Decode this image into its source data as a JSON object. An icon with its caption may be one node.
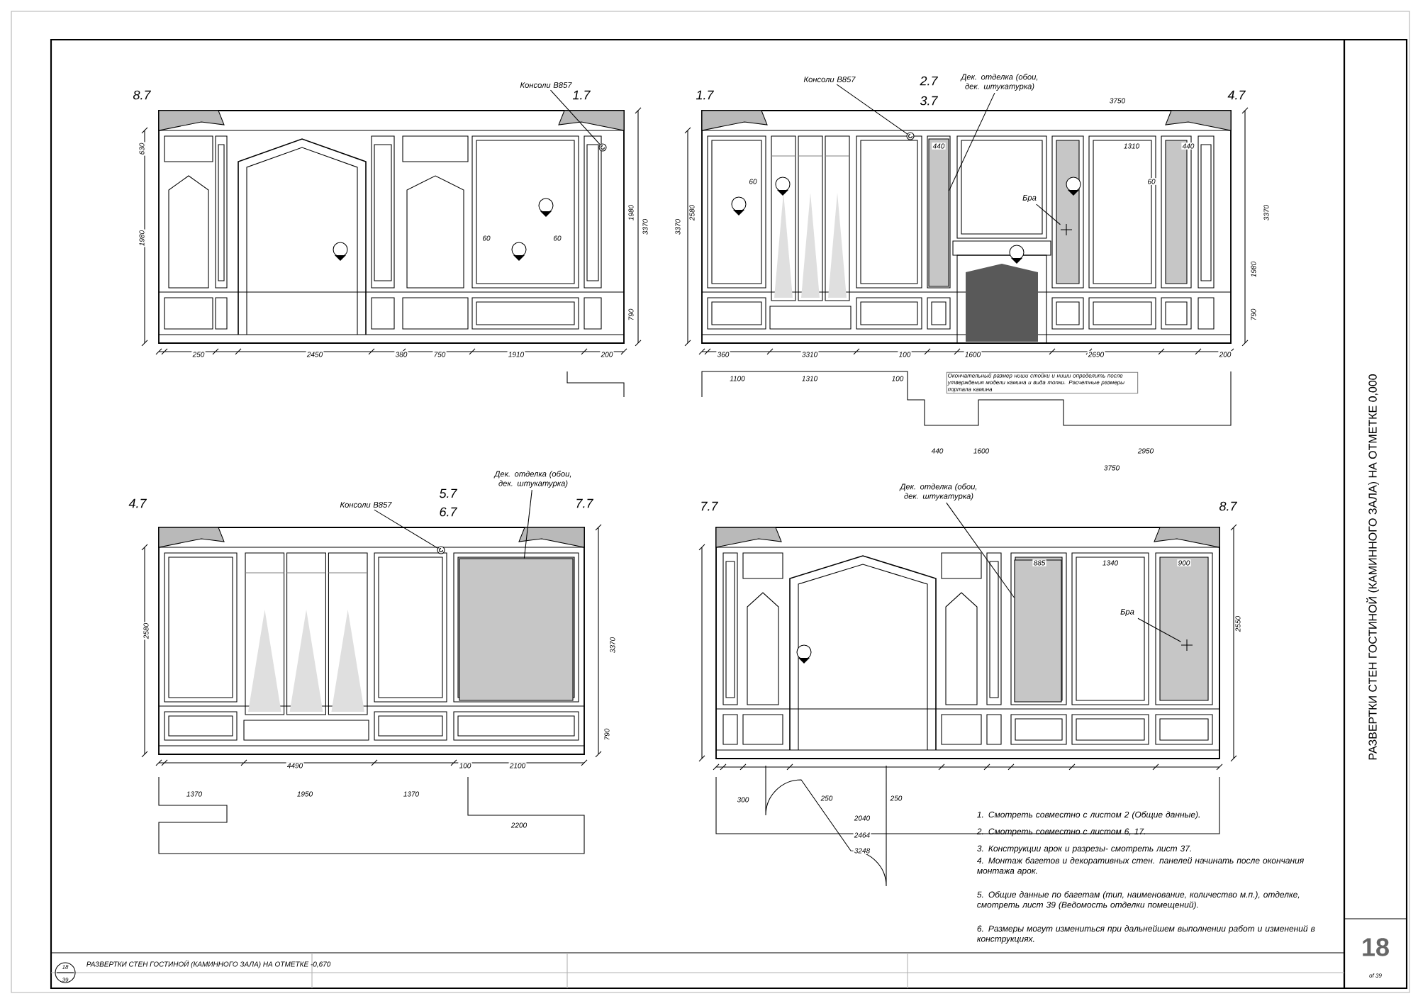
{
  "diagram": {
    "nodes": [
      {
        "text": [
          "Консоли В857"
        ]
      },
      {
        "text": [
          "Консоли В857"
        ]
      },
      {
        "text": [
          "Дек. отделка (обои, дек. штукатурка)"
        ]
      },
      {
        "text": [
          "Бра"
        ]
      },
      {
        "text": [
          "Консоли В857"
        ]
      },
      {
        "text": [
          "Дек. отделка (обои, дек. штукатурка)"
        ]
      },
      {
        "text": [
          "Дек. отделка (обои, дек. штукатурка)"
        ]
      },
      {
        "text": [
          "Бра"
        ]
      },
      {
        "text": [],
        "shape": "picture"
      },
      {
        "text": [],
        "shape": "picture"
      },
      {
        "text": [],
        "shape": "box"
      },
      {
        "text": [],
        "shape": "cross"
      },
      {
        "text": [],
        "shape": "picture"
      },
      {
        "text": [],
        "shape": "box"
      },
      {
        "text": [],
        "shape": "box"
      },
      {
        "text": [],
        "shape": "cross"
      }
    ],
    "edges": [
      {
        "from": 0,
        "to": 8,
        "arrow": "none"
      },
      {
        "from": 1,
        "to": 9,
        "arrow": "none"
      },
      {
        "from": 2,
        "to": 10,
        "arrow": "none"
      },
      {
        "from": 3,
        "to": 11,
        "arrow": "none"
      },
      {
        "from": 4,
        "to": 12,
        "arrow": "none"
      },
      {
        "from": 5,
        "to": 13,
        "arrow": "none"
      },
      {
        "from": 6,
        "to": 14,
        "arrow": "none"
      },
      {
        "from": 7,
        "to": 15,
        "arrow": "none"
      }
    ],
    "labels": [
      "8.7",
      "1.7",
      "1.7",
      "2.7",
      "3.7",
      "4.7",
      "4.7",
      "5.7",
      "6.7",
      "7.7",
      "7.7",
      "8.7",
      "250",
      "2450",
      "380",
      "750",
      "1910",
      "200",
      "630",
      "1980",
      "3370",
      "1980",
      "790",
      "360",
      "3310",
      "100",
      "1600",
      "2690",
      "200",
      "1100",
      "1310",
      "100",
      "440",
      "1600",
      "2950",
      "3750",
      "3750",
      "440",
      "1310",
      "440",
      "3370",
      "2580",
      "1980",
      "790",
      "3370",
      "4490",
      "100",
      "2100",
      "1370",
      "1950",
      "1370",
      "2200",
      "2580",
      "3370",
      "790",
      "885",
      "1340",
      "900",
      "2550",
      "300",
      "250",
      "250",
      "2040",
      "2464",
      "3248",
      "1. Смотреть совместно с листом 2 (Общие данные).",
      "2. Смотреть совместно с листом 6, 17.",
      "3. Конструкции арок и разрезы- смотреть лист 37.",
      "4. Монтаж багетов и декоративных стен. панелей начинать после окончания монтажа арок.",
      "5. Общие данные по багетам (тип, наименование, количество м.п.), отделке, смотреть лист 39 (Ведомость отделки помещений).",
      "6. Размеры могут измениться при дальнейшем выполнении работ и изменений в конструкциях.",
      "Окончательный размер ниши стойки и ниши определить после утверждения модели камина и вида топки. Расчетные размеры портала камина",
      "РАЗВЕРТКИ СТЕН ГОСТИНОЙ (КАМИННОГО ЗАЛА) НА ОТМЕТКЕ -0,670",
      "18",
      "39",
      "РАЗВЕРТКИ СТЕН ГОСТИНОЙ (КАМИННОГО ЗАЛА) НА ОТМЕТКЕ 0,000",
      "18",
      "of 39",
      "60",
      "60",
      "60",
      "60"
    ]
  }
}
